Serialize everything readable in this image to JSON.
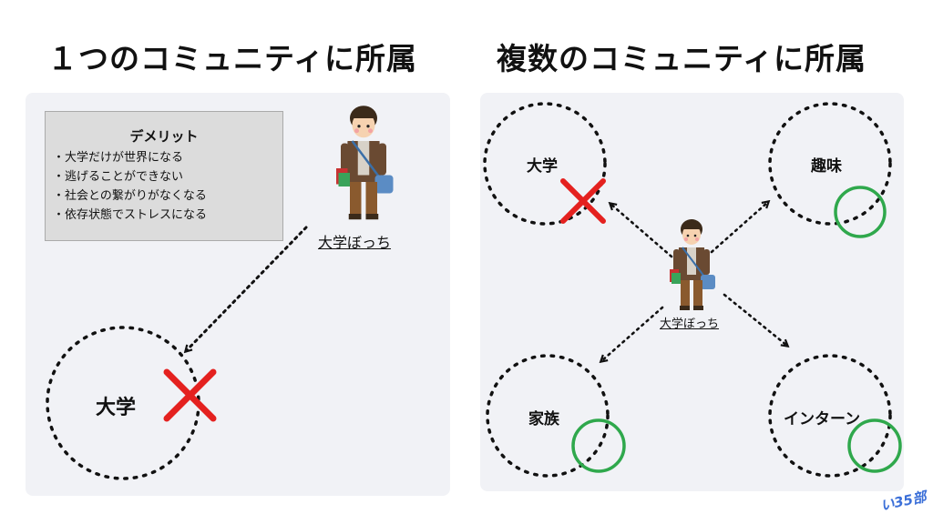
{
  "left": {
    "title": "１つのコミュニティに所属",
    "demerit": {
      "heading": "デメリット",
      "items": [
        "・大学だけが世界になる",
        "・逃げることができない",
        "・社会との繋がりがなくなる",
        "・依存状態でストレスになる"
      ]
    },
    "person_label": "大学ぼっち",
    "community": "大学"
  },
  "right": {
    "title": "複数のコミュニティに所属",
    "person_label": "大学ぼっち",
    "communities": {
      "university": "大学",
      "hobby": "趣味",
      "family": "家族",
      "internship": "インターン"
    }
  },
  "logo": "い35部",
  "colors": {
    "cross": "#e4211f",
    "ok": "#2fa84c",
    "panel": "#f1f2f6",
    "logo": "#3b6fd8"
  }
}
